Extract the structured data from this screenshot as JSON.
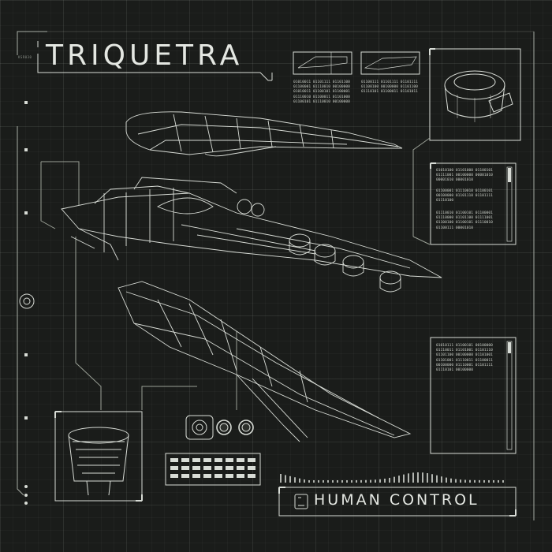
{
  "title": "TRIQUETRA",
  "subtitle": "HUMAN CONTROL",
  "catalog_code": "KSR030",
  "binary": {
    "top_left": "01010011 01101111 01101100\n01100001 01110010 00100000\n01010011 01100101 01100001\n01110010 01100011 01101000\n01100101 01110010 00100000",
    "top_right": "01100111 01101111 01101111\n01100100 00100000 01101100\n01110101 01100011 01101011",
    "panel_a_1": "01010100 01101000 01100101\n01111001 00100000 00001010\n00001010 00001010",
    "panel_a_2": "01100001 01110010 01100101\n00100000 01101110 01101111\n01110100",
    "panel_a_3": "01110010 01100101 01100001\n01110000 01101100 01111001\n01100100 01100101 01110010\n01100111 00001010",
    "panel_b": "01010111 01100101 00100000\n01110011 01101001 01101110\n01101100 00100000 01101001\n01101001 01110011 01100011\n00100000 01110001 01101111\n01110101 00100000"
  },
  "colors": {
    "background": "#1a1c1a",
    "line": "#d8dcd6",
    "accent_dim": "#8a8f88"
  },
  "icons": [
    "ship-wireframe-icon",
    "engine-pod-icon",
    "target-reticle-icon",
    "ring-knob-icon"
  ]
}
